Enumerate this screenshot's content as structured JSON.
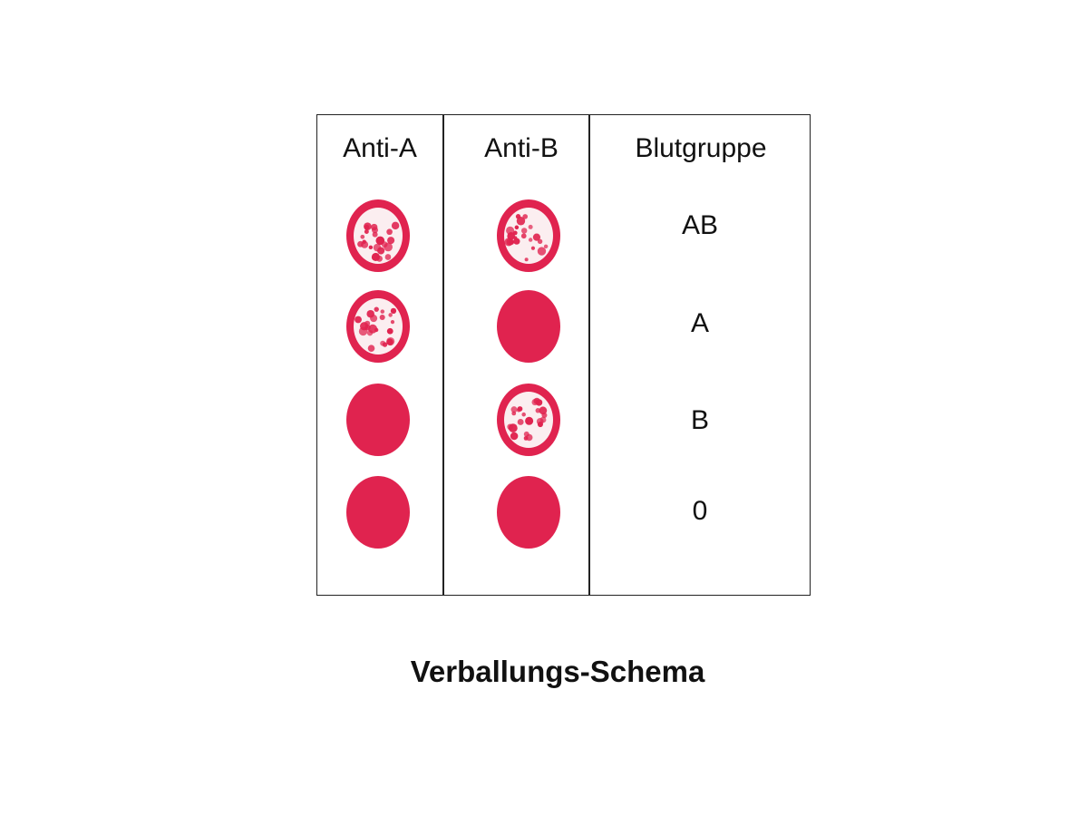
{
  "table": {
    "headers": [
      "Anti-A",
      "Anti-B",
      "Blutgruppe"
    ],
    "rows": [
      {
        "blood_group": "AB",
        "anti_a_agglutinated": true,
        "anti_b_agglutinated": true
      },
      {
        "blood_group": "A",
        "anti_a_agglutinated": true,
        "anti_b_agglutinated": false
      },
      {
        "blood_group": "B",
        "anti_a_agglutinated": false,
        "anti_b_agglutinated": true
      },
      {
        "blood_group": "0",
        "anti_a_agglutinated": false,
        "anti_b_agglutinated": false
      }
    ]
  },
  "caption": "Verballungs-Schema",
  "colors": {
    "blood": "#e0234f",
    "border": "#222222"
  }
}
